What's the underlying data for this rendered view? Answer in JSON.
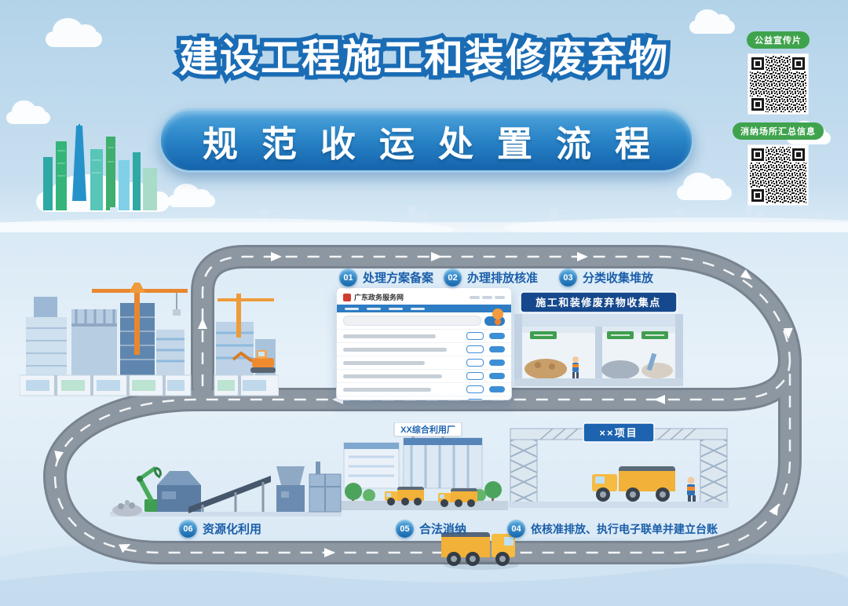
{
  "poster": {
    "title": "建设工程施工和装修废弃物",
    "subtitle": "规范收运处置流程"
  },
  "qr_panels": [
    {
      "label": "公益宣传片"
    },
    {
      "label": "消纳场所汇总信息"
    }
  ],
  "steps": [
    {
      "num": "01",
      "label": "处理方案备案"
    },
    {
      "num": "02",
      "label": "办理排放核准"
    },
    {
      "num": "03",
      "label": "分类收集堆放"
    },
    {
      "num": "04",
      "label": "依核准排放、执行电子联单并建立台账"
    },
    {
      "num": "05",
      "label": "合法消纳"
    },
    {
      "num": "06",
      "label": "资源化利用"
    }
  ],
  "signs": {
    "portal": "广东政务服务网",
    "collection_point": "施工和装修废弃物收集点",
    "project_gate": "××项目",
    "recycling_plant": "XX综合利用厂"
  },
  "colors": {
    "accent_blue": "#1a6cb5",
    "step_text_blue": "#1b5ea9",
    "label_green": "#3fa34d",
    "road_gray": "#8d97a2",
    "truck_yellow": "#f2b138"
  }
}
